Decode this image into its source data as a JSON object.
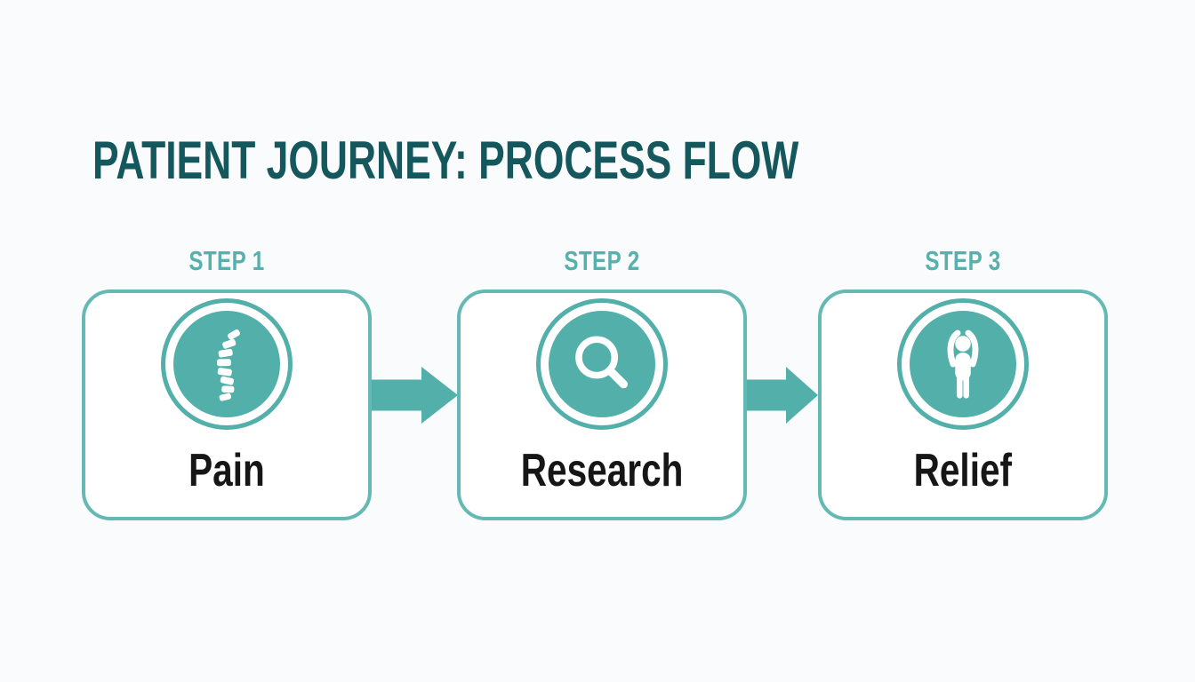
{
  "title": "PATIENT JOURNEY: PROCESS FLOW",
  "steps": [
    {
      "step_label": "STEP 1",
      "name": "Pain",
      "icon": "spine-icon"
    },
    {
      "step_label": "STEP 2",
      "name": "Research",
      "icon": "magnifier-icon"
    },
    {
      "step_label": "STEP 3",
      "name": "Relief",
      "icon": "person-arms-up-icon"
    }
  ],
  "arrows": [
    {
      "direction": "right"
    },
    {
      "direction": "right"
    }
  ],
  "colors": {
    "teal_fill": "#53afaa",
    "teal_border": "#65b9b4",
    "teal_text": "#56b1ac",
    "title_color": "#14575c",
    "label_color": "#161616",
    "page_bg": "#fafbfc",
    "box_bg": "#ffffff",
    "icon_white": "#ffffff"
  }
}
